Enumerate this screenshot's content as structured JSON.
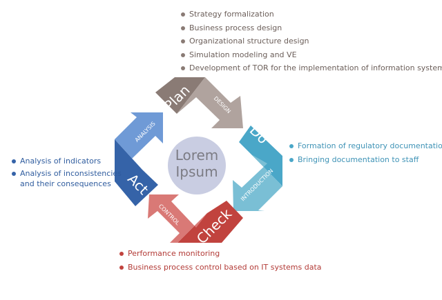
{
  "center": {
    "line1": "Lorem",
    "line2": "Ipsum",
    "color": "#c9cde2"
  },
  "stages": {
    "plan": {
      "label": "Plan",
      "color": "#8a7b75"
    },
    "design": {
      "label": "DESIGN",
      "color": "#b0a39e"
    },
    "do": {
      "label": "Do",
      "color": "#4aa7c8"
    },
    "introduction": {
      "label": "INTRODUCTION",
      "color": "#7abfd5"
    },
    "check": {
      "label": "Check",
      "color": "#c1433e"
    },
    "control": {
      "label": "CONTROL",
      "color": "#d97976"
    },
    "act": {
      "label": "Act",
      "color": "#3563a8"
    },
    "analysis": {
      "label": "ANALYSIS",
      "color": "#6f9ad6"
    }
  },
  "lists": {
    "plan": [
      "Strategy formalization",
      "Business process design",
      "Organizational structure design",
      "Simulation modeling and VE",
      "Development of TOR for the implementation of information systems"
    ],
    "do": [
      "Formation of regulatory documentation",
      "Bringing documentation to staff"
    ],
    "act": [
      "Analysis of indicators",
      "Analysis of inconsistencies and their consequences"
    ],
    "check": [
      "Performance monitoring",
      "Business process control based on IT systems data"
    ]
  }
}
